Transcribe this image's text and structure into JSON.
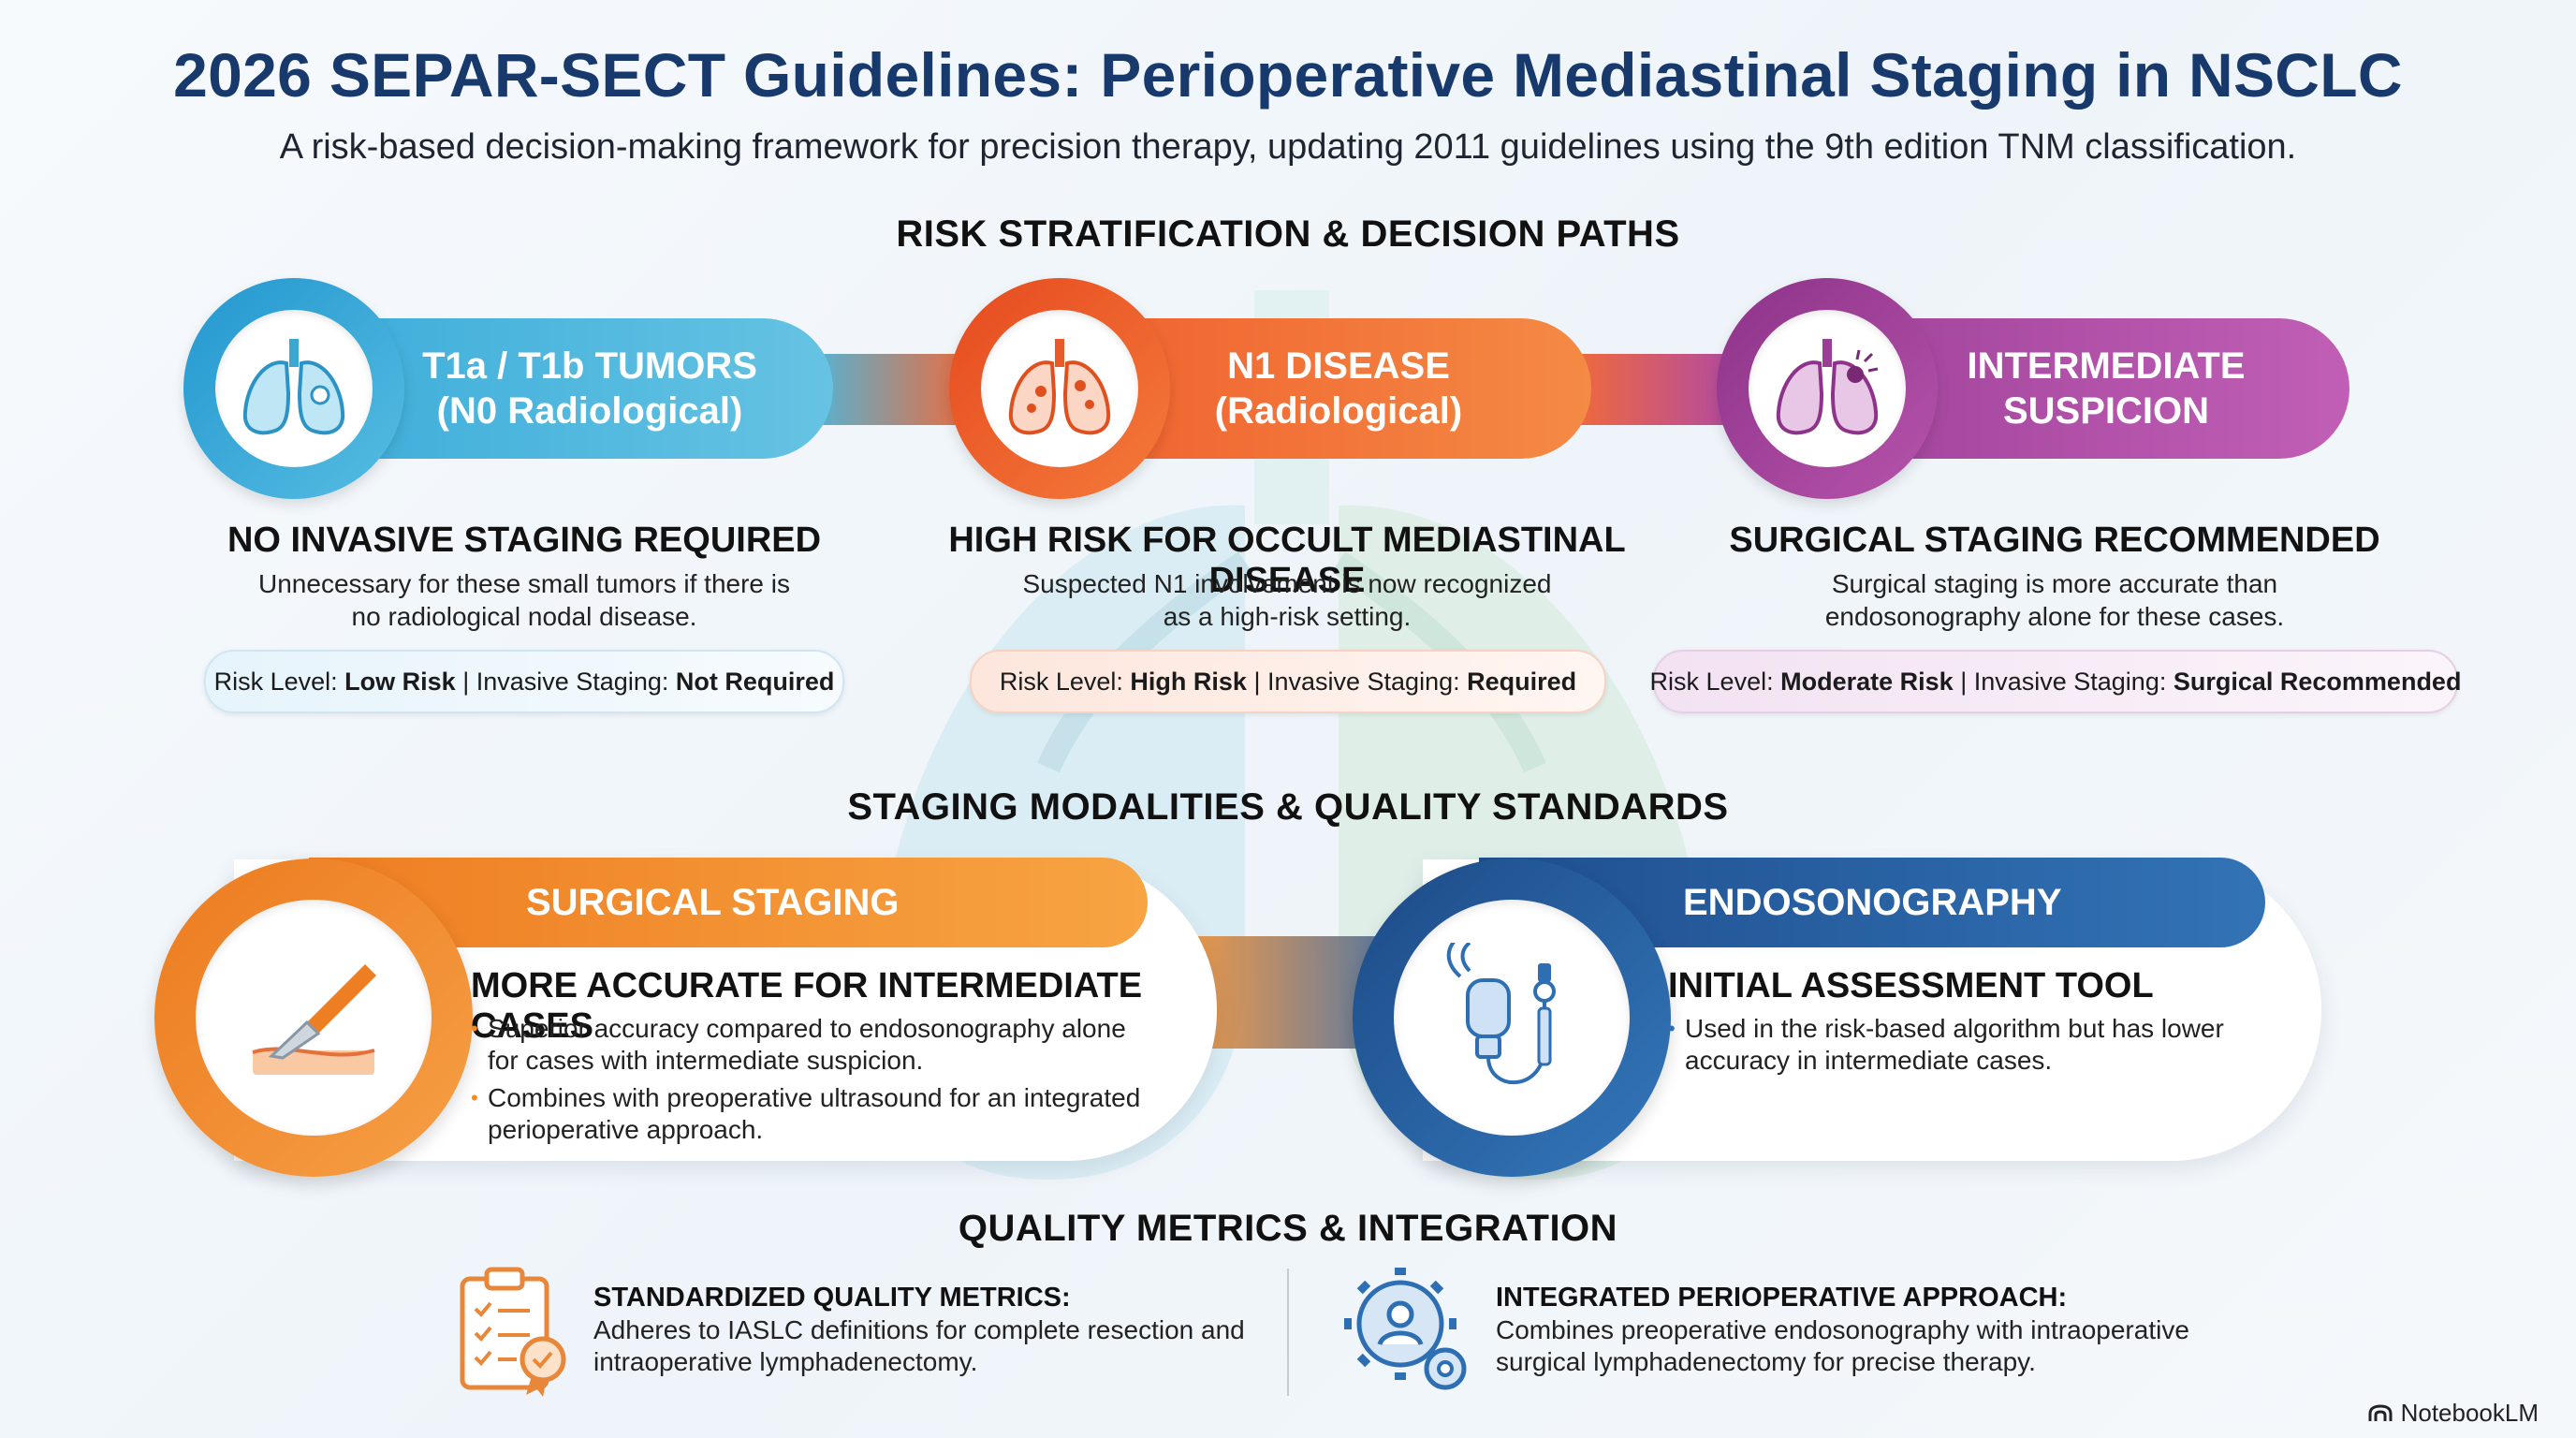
{
  "header": {
    "title": "2026 SEPAR-SECT Guidelines: Perioperative Mediastinal Staging in NSCLC",
    "subtitle": "A risk-based decision-making framework for precision therapy, updating 2011 guidelines using the 9th edition TNM classification."
  },
  "sections": {
    "risk": "RISK STRATIFICATION & DECISION PATHS",
    "modalities": "STAGING MODALITIES & QUALITY STANDARDS",
    "quality": "QUALITY METRICS & INTEGRATION"
  },
  "risk_paths": [
    {
      "pill_line1": "T1a / T1b TUMORS",
      "pill_line2": "(N0 Radiological)",
      "icon": "lungs-nodule-icon",
      "heading": "NO INVASIVE STAGING REQUIRED",
      "body_line1": "Unnecessary for these small tumors if there is",
      "body_line2": "no radiological nodal disease.",
      "risk_label": "Risk Level:",
      "risk_value": "Low Risk",
      "sep": "|",
      "staging_label": "Invasive Staging:",
      "staging_value": "Not Required",
      "color": "#2aa6d6"
    },
    {
      "pill_line1": "N1 DISEASE",
      "pill_line2": "(Radiological)",
      "icon": "lungs-nodes-icon",
      "heading": "HIGH RISK FOR OCCULT MEDIASTINAL DISEASE",
      "body_line1": "Suspected N1 involvement is now recognized",
      "body_line2": "as a high-risk setting.",
      "risk_label": "Risk Level:",
      "risk_value": "High Risk",
      "sep": "|",
      "staging_label": "Invasive Staging:",
      "staging_value": "Required",
      "color": "#f0622c"
    },
    {
      "pill_line1": "INTERMEDIATE",
      "pill_line2": "SUSPICION",
      "icon": "lungs-tumor-icon",
      "heading": "SURGICAL STAGING RECOMMENDED",
      "body_line1": "Surgical staging is more accurate than",
      "body_line2": "endosonography alone for these cases.",
      "risk_label": "Risk Level:",
      "risk_value": "Moderate Risk",
      "sep": "|",
      "staging_label": "Invasive Staging:",
      "staging_value": "Surgical Recommended",
      "color": "#a3479e"
    }
  ],
  "modalities": [
    {
      "label": "SURGICAL STAGING",
      "icon": "scalpel-icon",
      "title": "MORE ACCURATE FOR INTERMEDIATE CASES",
      "bullets": [
        {
          "line1": "Superior accuracy compared to endosonography alone",
          "line2": "for cases with intermediate suspicion."
        },
        {
          "line1": "Combines with preoperative ultrasound for an integrated",
          "line2": "perioperative approach."
        }
      ],
      "color": "#f08a2a"
    },
    {
      "label": "ENDOSONOGRAPHY",
      "icon": "endoscope-icon",
      "title": "INITIAL ASSESSMENT TOOL",
      "bullets": [
        {
          "line1": "Used in the risk-based algorithm but has lower",
          "line2": "accuracy in intermediate cases."
        }
      ],
      "color": "#2361a8"
    }
  ],
  "metrics": [
    {
      "icon": "clipboard-badge-icon",
      "heading": "STANDARDIZED QUALITY METRICS:",
      "line1": "Adheres to IASLC definitions for complete resection and",
      "line2": "intraoperative lymphadenectomy."
    },
    {
      "icon": "gears-person-icon",
      "heading": "INTEGRATED PERIOPERATIVE APPROACH:",
      "line1": "Combines preoperative endosonography with intraoperative",
      "line2": "surgical lymphadenectomy for precise therapy."
    }
  ],
  "brand": "NotebookLM"
}
